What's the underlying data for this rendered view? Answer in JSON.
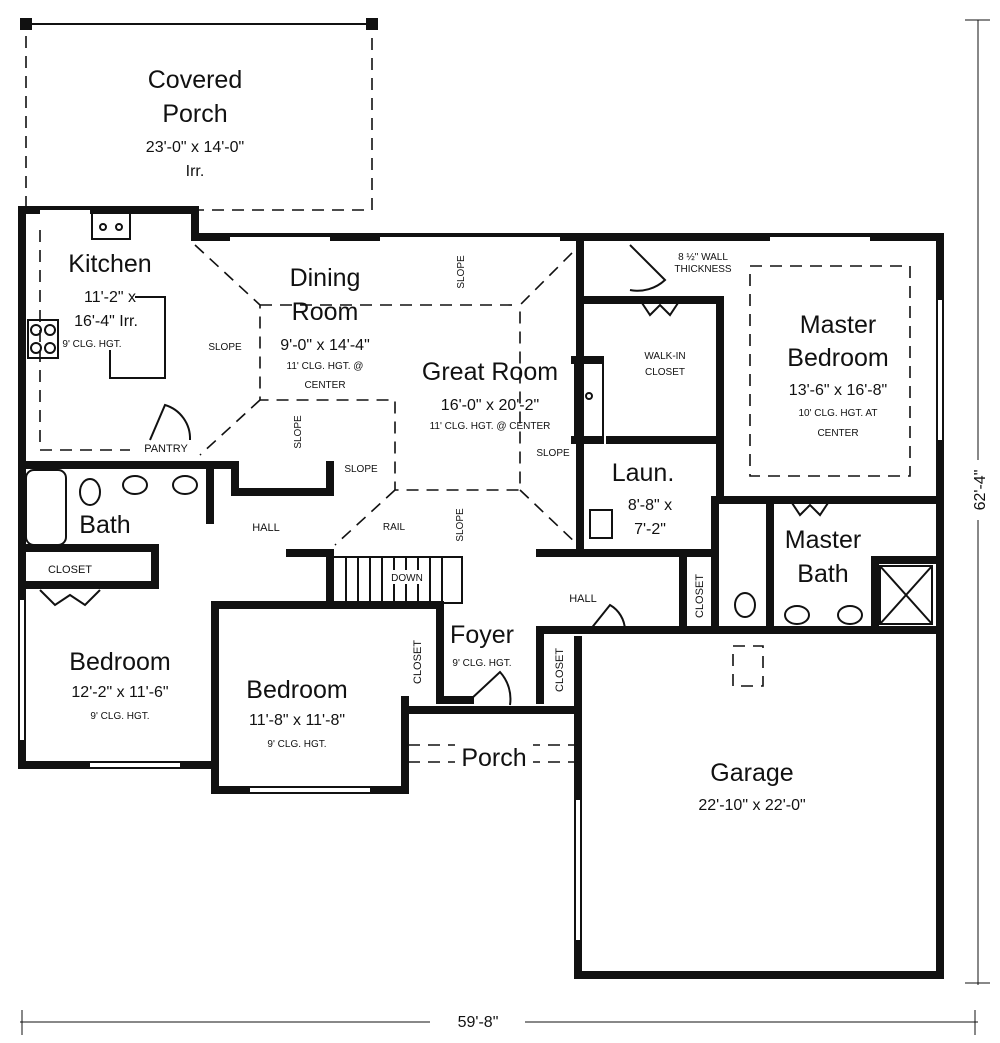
{
  "rooms": {
    "covered_porch": {
      "name1": "Covered",
      "name2": "Porch",
      "size": "23'-0\" x 14'-0\"",
      "note": "Irr."
    },
    "kitchen": {
      "name": "Kitchen",
      "size1": "11'-2\" x",
      "size2": "16'-4\" Irr.",
      "clg": "9' CLG. HGT."
    },
    "dining": {
      "name1": "Dining",
      "name2": "Room",
      "size": "9'-0\" x 14'-4\"",
      "clg1": "11' CLG. HGT. @",
      "clg2": "CENTER"
    },
    "great_room": {
      "name": "Great Room",
      "size": "16'-0\" x 20'-2\"",
      "clg": "11' CLG. HGT. @ CENTER"
    },
    "master_bedroom": {
      "name1": "Master",
      "name2": "Bedroom",
      "size": "13'-6\" x 16'-8\"",
      "clg1": "10' CLG. HGT. AT",
      "clg2": "CENTER"
    },
    "walk_in_closet": {
      "line1": "WALK-IN",
      "line2": "CLOSET"
    },
    "laundry": {
      "name": "Laun.",
      "size1": "8'-8\" x",
      "size2": "7'-2\""
    },
    "master_bath": {
      "name1": "Master",
      "name2": "Bath"
    },
    "bath": {
      "name": "Bath"
    },
    "bedroom1": {
      "name": "Bedroom",
      "size": "12'-2\" x 11'-6\"",
      "clg": "9' CLG. HGT."
    },
    "bedroom2": {
      "name": "Bedroom",
      "size": "11'-8\" x 11'-8\"",
      "clg": "9' CLG. HGT."
    },
    "foyer": {
      "name": "Foyer",
      "clg": "9' CLG. HGT."
    },
    "porch": {
      "name": "Porch"
    },
    "garage": {
      "name": "Garage",
      "size": "22'-10\" x 22'-0\""
    }
  },
  "labels": {
    "wall_note1": "8 ½\" WALL",
    "wall_note2": "THICKNESS",
    "hall": "HALL",
    "closet": "CLOSET",
    "pantry": "PANTRY",
    "slope": "SLOPE",
    "rail": "RAIL",
    "down": "DOWN"
  },
  "dimensions": {
    "width": "59'-8\"",
    "depth": "62'-4\""
  }
}
